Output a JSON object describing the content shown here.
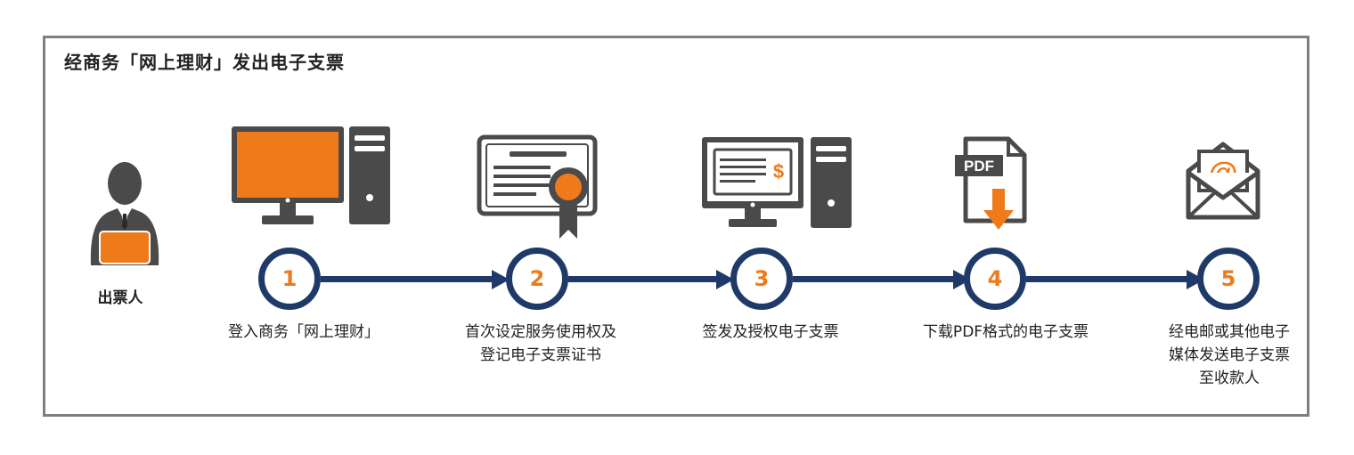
{
  "title": "经商务「网上理财」发出电子支票",
  "issuer_label": "出票人",
  "steps": [
    {
      "number": "1",
      "label": "登入商务「网上理财」"
    },
    {
      "number": "2",
      "label": "首次设定服务使用权及\n登记电子支票证书"
    },
    {
      "number": "3",
      "label": "签发及授权电子支票"
    },
    {
      "number": "4",
      "label": "下载PDF格式的电子支票"
    },
    {
      "number": "5",
      "label": "经电邮或其他电子\n媒体发送电子支票\n至收款人"
    }
  ],
  "icons": {
    "pdf_text": "PDF",
    "dollar_text": "$",
    "at_text": "@"
  },
  "colors": {
    "accent": "#ef7a1a",
    "navy": "#1f3a68",
    "dark_gray": "#4a4a4a",
    "frame": "#7f7f7f"
  }
}
